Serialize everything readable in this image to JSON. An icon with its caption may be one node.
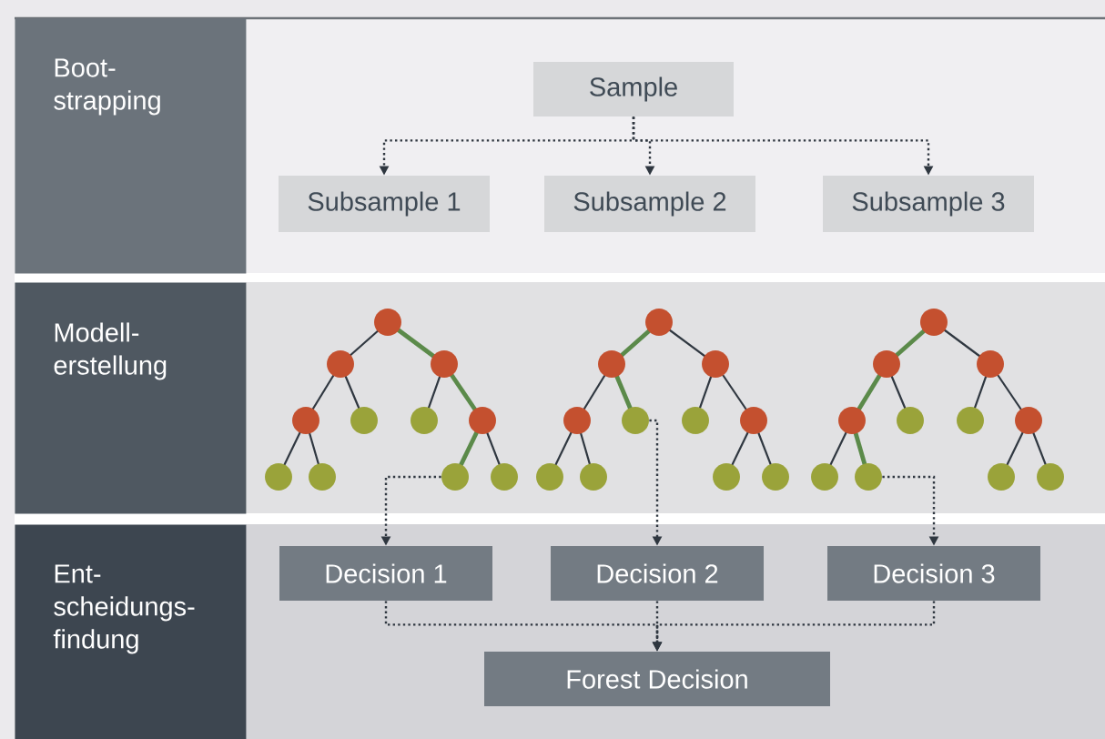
{
  "diagram": {
    "nodes": [
      {
        "text": [
          "Boot- strapping"
        ]
      },
      {
        "text": [
          "Sample"
        ]
      },
      {
        "text": [
          "Subsample 1"
        ]
      },
      {
        "text": [
          "Subsample 2"
        ]
      },
      {
        "text": [
          "Subsample 3"
        ]
      },
      {
        "text": [
          "Modell- erstellung"
        ]
      },
      {
        "text": [],
        "shape": "circle"
      },
      {
        "text": [],
        "shape": "circle"
      },
      {
        "text": [],
        "shape": "circle"
      },
      {
        "text": [
          "Ent- scheidungs- findung"
        ]
      },
      {
        "text": [
          "Decision 1"
        ]
      },
      {
        "text": [
          "Decision 2"
        ]
      },
      {
        "text": [
          "Decision 3"
        ]
      },
      {
        "text": [
          "Forest Decision"
        ]
      }
    ],
    "edges": [
      {
        "from": 1,
        "to": 2,
        "arrow": "to"
      },
      {
        "from": 1,
        "to": 3,
        "arrow": "to"
      },
      {
        "from": 1,
        "to": 4,
        "arrow": "to"
      },
      {
        "from": 6,
        "to": 10,
        "arrow": "to"
      },
      {
        "from": 7,
        "to": 11,
        "arrow": "to"
      },
      {
        "from": 8,
        "to": 12,
        "arrow": "to"
      },
      {
        "from": 10,
        "to": 13,
        "arrow": "to"
      },
      {
        "from": 11,
        "to": 13,
        "arrow": "to"
      },
      {
        "from": 12,
        "to": 13,
        "arrow": "to"
      }
    ]
  }
}
